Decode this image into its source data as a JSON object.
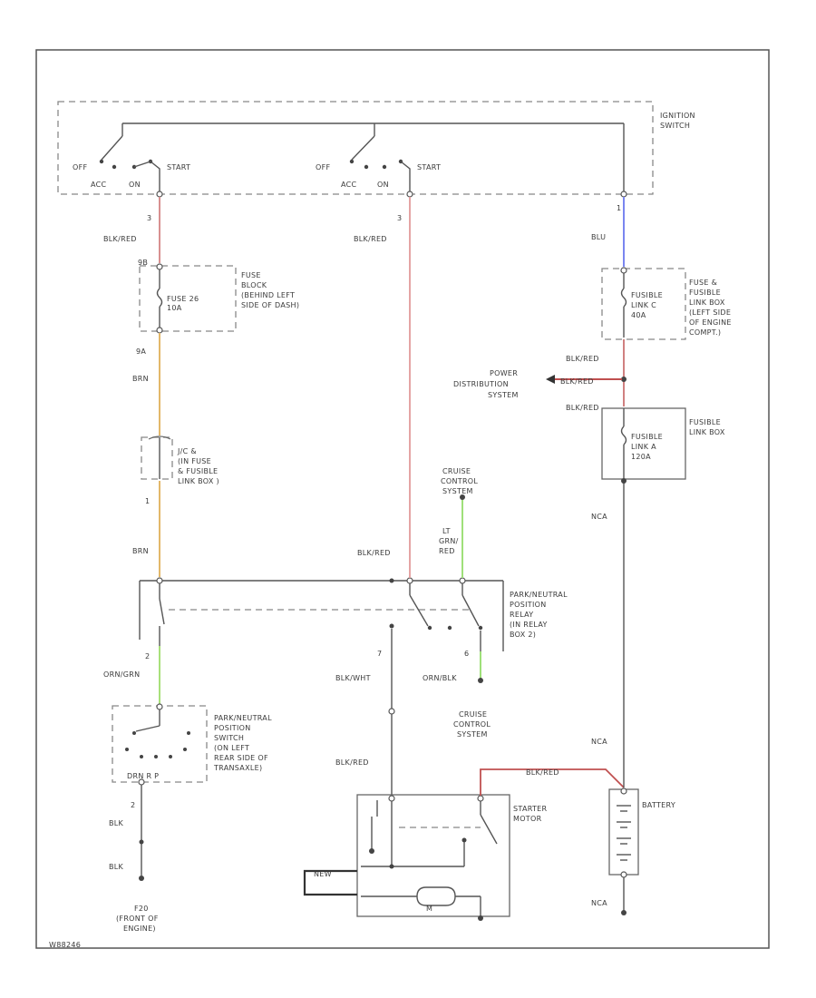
{
  "ignition": {
    "title1": "IGNITION",
    "title2": "SWITCH",
    "off": "OFF",
    "acc": "ACC",
    "on": "ON",
    "start": "START",
    "pin1": "3",
    "pin2": "3",
    "pin3": "1"
  },
  "wires": {
    "blkred": "BLK/RED",
    "blu": "BLU",
    "brn": "BRN",
    "or_grn": "ORN/GRN",
    "blk_wht": "BLK/WHT",
    "blk": "BLK",
    "ltgrn_red": [
      "LT",
      "GRN/",
      "RED"
    ],
    "org_blk": "ORN/BLK",
    "nca": "NCA"
  },
  "fuse_block": {
    "lines": [
      "FUSE",
      "BLOCK",
      "(BEHIND LEFT",
      "SIDE OF DASH)"
    ],
    "fuse": [
      "FUSE 26",
      "10A"
    ],
    "pin_top": "9B",
    "pin_bot": "9A"
  },
  "fuse_link_box1": {
    "lines": [
      "FUSE &",
      "FUSIBLE",
      "LINK BOX",
      "(LEFT SIDE",
      "OF ENGINE",
      "COMPT.)"
    ],
    "fuse": [
      "FUSIBLE",
      "LINK C",
      "40A"
    ]
  },
  "fuse_link_box2": {
    "lines": [
      "FUSIBLE",
      "LINK BOX"
    ],
    "fuse": [
      "FUSIBLE",
      "LINK A",
      "120A"
    ]
  },
  "power_dist": [
    "POWER",
    "DISTRIBUTION",
    "SYSTEM"
  ],
  "jc": {
    "lines": [
      "J/C &",
      "(IN FUSE",
      "& FUSIBLE",
      "LINK BOX )"
    ],
    "pin": "1"
  },
  "cruise_top": [
    "CRUISE",
    "CONTROL",
    "SYSTEM"
  ],
  "cruise_bot": [
    "CRUISE",
    "CONTROL",
    "SYSTEM"
  ],
  "relay": {
    "lines": [
      "PARK/NEUTRAL",
      "POSITION",
      "RELAY",
      "(IN RELAY",
      "BOX 2)"
    ],
    "pin_a": "2",
    "pin_b": "7",
    "pin_c": "6"
  },
  "pns": {
    "lines": [
      "PARK/NEUTRAL",
      "POSITION",
      "SWITCH",
      "(ON LEFT",
      "REAR SIDE OF",
      "TRANSAXLE)"
    ],
    "pin": "2",
    "sub": "DRN R  P"
  },
  "ground": {
    "lines": [
      "F20",
      "(FRONT OF",
      "ENGINE)"
    ]
  },
  "starter": {
    "lines": [
      "STARTER",
      "MOTOR"
    ],
    "term": "NEW",
    "motor": "M"
  },
  "battery": {
    "label": "BATTERY"
  },
  "footer": {
    "code": "W88246"
  }
}
